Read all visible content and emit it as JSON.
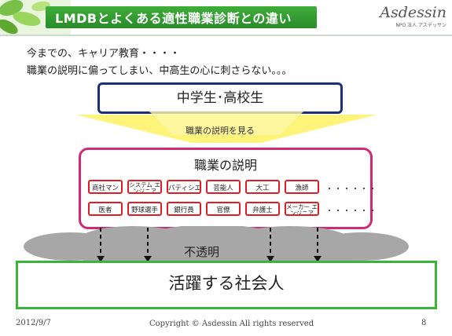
{
  "header": {
    "title": "LMDBとよくある適性職業診断との違い",
    "logo_text": "Asdessin",
    "logo_sub": "NPO 法人 アスデッサン"
  },
  "intro": {
    "line1": "今までの、キャリア教育・・・・",
    "line2": "職業の説明に偏ってしまい、中高生の心に刺さらない。。。"
  },
  "student_box": {
    "label": "中学生･高校生"
  },
  "band": {
    "label": "職業の説明を見る"
  },
  "explanation": {
    "title": "職業の説明",
    "jobs_row1": [
      "商社マン",
      "システム エンジニア",
      "パティシエ",
      "芸能人",
      "大工",
      "漁師"
    ],
    "jobs_row2": [
      "医者",
      "野球選手",
      "銀行員",
      "官僚",
      "弁護士",
      "メーカー エンジニア"
    ],
    "ellipsis": "・・・・・・"
  },
  "cloud": {
    "label": "不透明"
  },
  "final_box": {
    "label": "活躍する社会人"
  },
  "footer": {
    "date": "2012/9/7",
    "copyright": "Copyright © Asdessin All rights reserved",
    "page": "8"
  },
  "colors": {
    "header_green": "#2a8a2a",
    "student_border": "#1c2f78",
    "explain_border": "#d02a72",
    "job_border": "#e01d24",
    "final_border": "#3cb43c",
    "band_yellow": "#fff36b",
    "cloud_gray": "#a7a7a7"
  }
}
